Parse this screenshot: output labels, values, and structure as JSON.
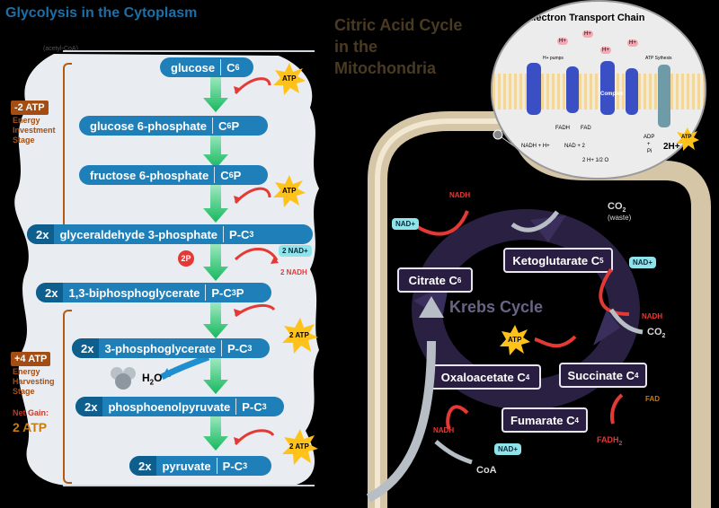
{
  "left": {
    "title_part1": "Glycolysis",
    "title_part2": " in the Cytoplasm",
    "acetyl_label": "(acetyl-CoA)",
    "investment": {
      "atp": "-2 ATP",
      "label1": "Energy",
      "label2": "Investment",
      "label3": "Stage"
    },
    "harvest": {
      "atp": "+4 ATP",
      "label1": "Energy",
      "label2": "Harvesting",
      "label3": "Stage"
    },
    "net": {
      "label1": "Net Gain:",
      "value": "2 ATP"
    },
    "steps": [
      {
        "mult": "",
        "name": "glucose",
        "formula": "C",
        "sub": "6",
        "post": ""
      },
      {
        "mult": "",
        "name": "glucose 6-phosphate",
        "formula": "C",
        "sub": "6",
        "post": "P"
      },
      {
        "mult": "",
        "name": "fructose 6-phosphate",
        "formula": "C",
        "sub": "6",
        "post": "P"
      },
      {
        "mult": "2x",
        "name": "glyceraldehyde 3-phosphate",
        "formula": "P-C",
        "sub": "3",
        "post": ""
      },
      {
        "mult": "2x",
        "name": "1,3-biphosphoglycerate",
        "formula": "P-C",
        "sub": "3",
        "post": "P"
      },
      {
        "mult": "2x",
        "name": "3-phosphoglycerate",
        "formula": "P-C",
        "sub": "3",
        "post": ""
      },
      {
        "mult": "2x",
        "name": "phosphoenolpyruvate",
        "formula": "P-C",
        "sub": "3",
        "post": ""
      },
      {
        "mult": "2x",
        "name": "pyruvate",
        "formula": "P-C",
        "sub": "3",
        "post": ""
      }
    ],
    "atp_bursts": [
      "ATP",
      "ATP",
      "2 ATP",
      "2 ATP"
    ],
    "nad_plus": "2 NAD+",
    "nadh": "2 NADH",
    "two_p": "2P",
    "water": "H",
    "water_sub": "2",
    "water_o": "O"
  },
  "right": {
    "title_line1": "Citric Acid Cycle",
    "title_line2": "in the",
    "title_line3": "Mitochondria",
    "krebs": "Krebs Cycle",
    "compounds": [
      {
        "name": "Citrate",
        "c": "C",
        "sub": "6"
      },
      {
        "name": "Ketoglutarate",
        "c": "C",
        "sub": "5"
      },
      {
        "name": "Succinate",
        "c": "C",
        "sub": "4"
      },
      {
        "name": "Fumarate",
        "c": "C",
        "sub": "4"
      },
      {
        "name": "Oxaloacetate",
        "c": "C",
        "sub": "4"
      }
    ],
    "nadh": "NADH",
    "nad_plus": "NAD+",
    "co2": "CO",
    "co2_sub": "2",
    "waste": "(waste)",
    "atp": "ATP",
    "fad": "FAD",
    "fadh2": "FADH",
    "fadh2_sub": "2",
    "coa": "CoA"
  },
  "etc": {
    "title": "Electron Transport Chain",
    "h_plus": "H+",
    "h_pumps": "H+ pumps",
    "atp_synth": "ATP Sythesis",
    "complex": "Complex",
    "fadh2": "FADH",
    "fad": "FAD",
    "nadh_h": "NADH + H+",
    "nad2": "NAD + 2",
    "h2o": "2 H+ 1/2 O",
    "h2o_sub": "2",
    "adp": "ADP",
    "plus": "+",
    "pi": "Pi",
    "two_h": "2H+",
    "atp": "ATP"
  },
  "colors": {
    "pill": "#1f7fb8",
    "arrow_green": "#1fcf7a",
    "atp_yellow": "#ffc21a",
    "red_arrow": "#e53935",
    "orange": "#b35a12",
    "krebs_ring": "#2a2142"
  }
}
